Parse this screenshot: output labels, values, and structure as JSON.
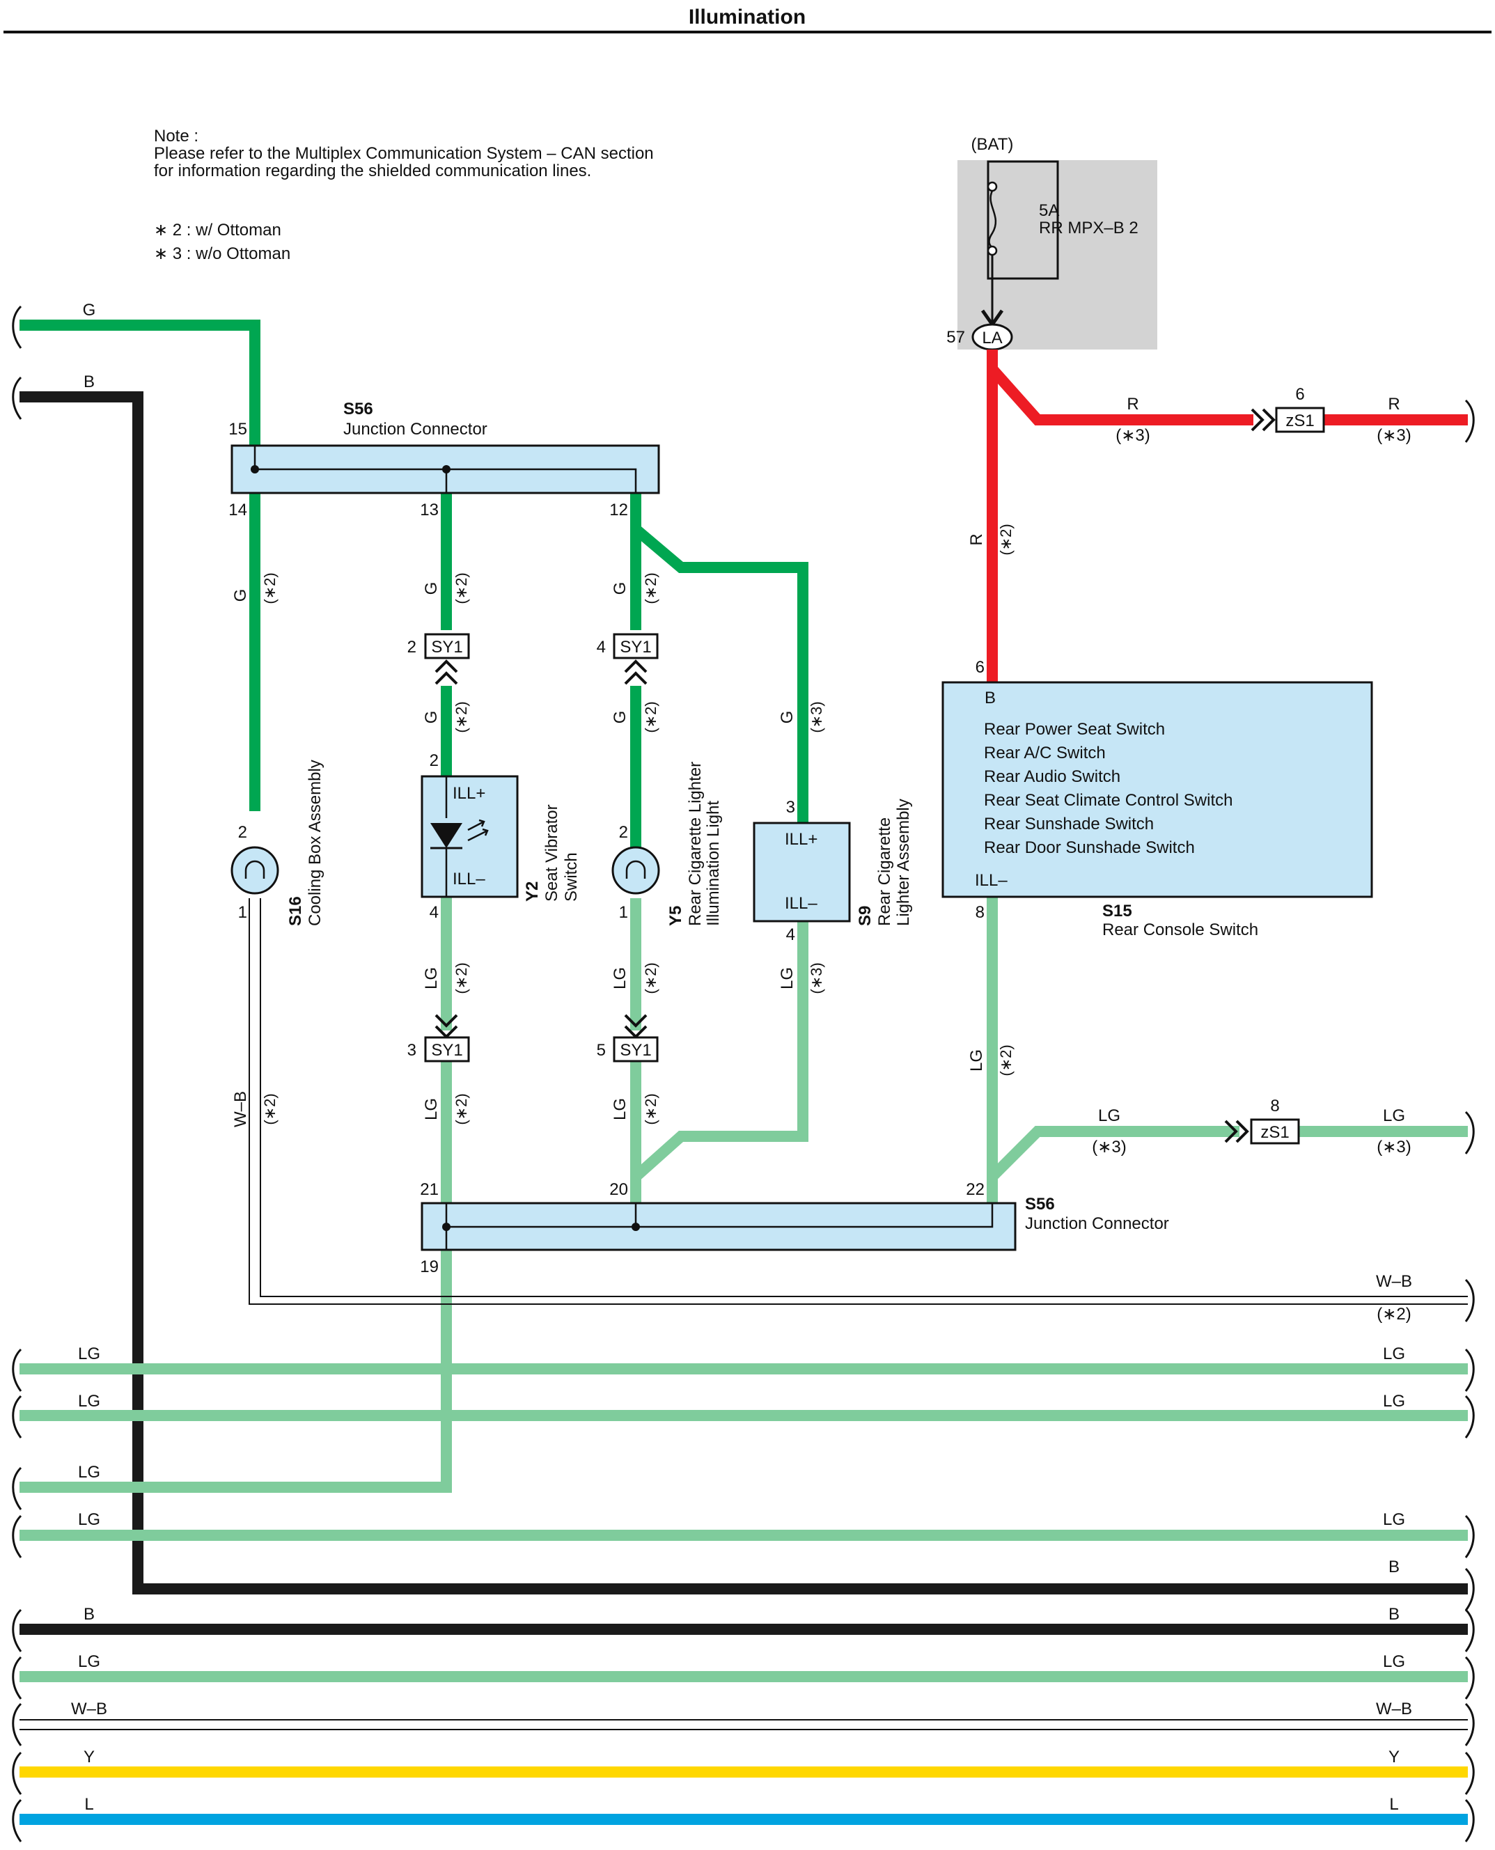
{
  "title": "Illumination",
  "note": {
    "heading": "Note :",
    "line1": "Please refer to the Multiplex Communication System – CAN section",
    "line2": "for information regarding the shielded communication lines.",
    "foot2": "∗ 2 : w/ Ottoman",
    "foot3": "∗ 3 : w/o Ottoman"
  },
  "colors": {
    "G": "#00a651",
    "LG": "#7fcc9c",
    "B": "#1a1a1a",
    "R": "#ed1c24",
    "Y": "#ffd700",
    "L": "#00a3e0",
    "connector_fill": "#c6e6f6",
    "fuse_box_fill": "#d3d3d3"
  },
  "fuse": {
    "source": "(BAT)",
    "rating": "5A",
    "name": "RR MPX–B 2",
    "pin": "57",
    "connector": "LA"
  },
  "junction_top": {
    "code": "S56",
    "name": "Junction Connector",
    "pins": [
      "15",
      "14",
      "13",
      "12"
    ]
  },
  "junction_bottom": {
    "code": "S56",
    "name": "Junction Connector",
    "pins": [
      "21",
      "20",
      "22",
      "19"
    ]
  },
  "components": {
    "s16": {
      "code": "S16",
      "name": "Cooling Box Assembly",
      "pin_top": "2",
      "pin_bottom": "1"
    },
    "y2": {
      "code": "Y2",
      "name1": "Seat Vibrator",
      "name2": "Switch",
      "pin_top": "2",
      "pin_bottom": "4",
      "term_top": "ILL+",
      "term_bottom": "ILL–"
    },
    "y5": {
      "code": "Y5",
      "name1": "Rear Cigarette Lighter",
      "name2": "Illumination Light",
      "pin_top": "2",
      "pin_bottom": "1"
    },
    "s9": {
      "code": "S9",
      "name1": "Rear Cigarette",
      "name2": "Lighter Assembly",
      "pin_top": "3",
      "pin_bottom": "4",
      "term_top": "ILL+",
      "term_bottom": "ILL–"
    },
    "s15": {
      "code": "S15",
      "name": "Rear Console Switch",
      "pin_top": "6",
      "pin_bottom": "8",
      "term_top": "B",
      "term_bottom": "ILL–",
      "functions": [
        "Rear Power Seat Switch",
        "Rear A/C Switch",
        "Rear Audio Switch",
        "Rear Seat Climate Control Switch",
        "Rear Sunshade Switch",
        "Rear Door Sunshade Switch"
      ]
    }
  },
  "inline_connectors": {
    "sy1_a": {
      "name": "SY1",
      "pin": "2"
    },
    "sy1_b": {
      "name": "SY1",
      "pin": "4"
    },
    "sy1_c": {
      "name": "SY1",
      "pin": "3"
    },
    "sy1_d": {
      "name": "SY1",
      "pin": "5"
    },
    "zs1_r": {
      "name": "zS1",
      "pin": "6"
    },
    "zs1_lg": {
      "name": "zS1",
      "pin": "8"
    }
  },
  "wire_labels": {
    "G": "G",
    "B": "B",
    "R": "R",
    "LG": "LG",
    "WB": "W–B",
    "Y": "Y",
    "L": "L",
    "opt2": "(∗2)",
    "opt3": "(∗3)"
  }
}
